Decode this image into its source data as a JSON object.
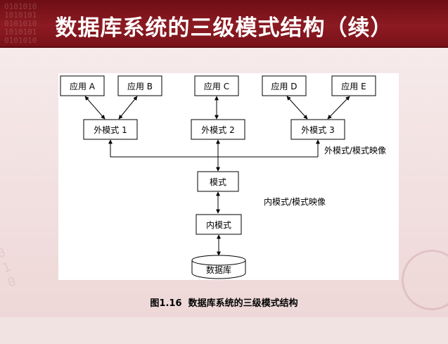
{
  "title": "数据库系统的三级模式结构（续）",
  "diagram": {
    "apps": [
      "应用 A",
      "应用 B",
      "应用 C",
      "应用 D",
      "应用 E"
    ],
    "external_schemas": [
      "外模式 1",
      "外模式 2",
      "外模式 3"
    ],
    "schema": "模式",
    "internal_schema": "内模式",
    "database": "数据库",
    "mapping_external": "外模式/模式映像",
    "mapping_internal": "内模式/模式映像"
  },
  "caption": {
    "number": "图1.16",
    "text": "数据库系统的三级模式结构"
  }
}
